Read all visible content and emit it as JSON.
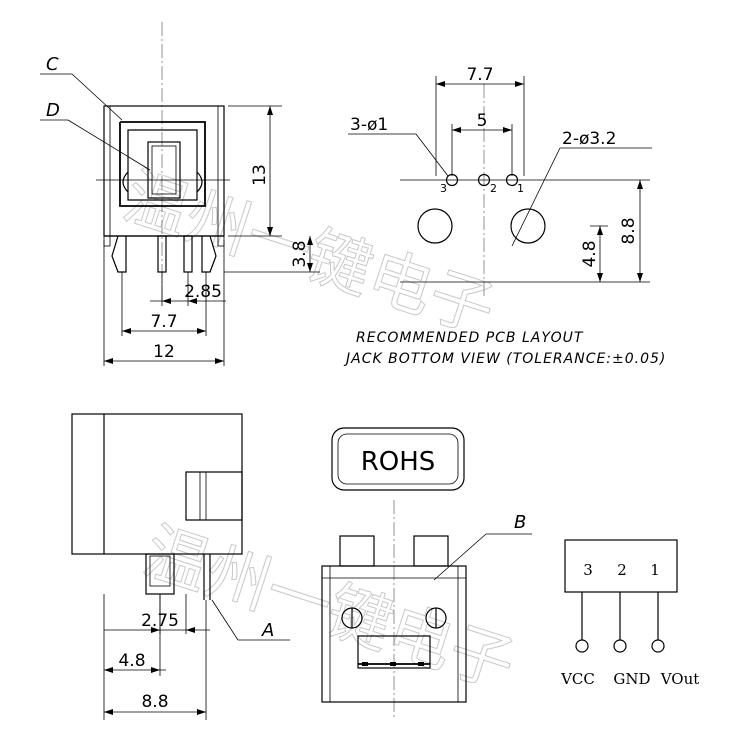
{
  "watermark": {
    "line_top": "温州一键电子",
    "line_bottom": "温州一键电子"
  },
  "front_view": {
    "label_c": "C",
    "label_d": "D",
    "dim_height": "13",
    "dim_pin_length": "3.8",
    "dim_pin_pitch": "2.85",
    "dim_outer_pins": "7.7",
    "dim_width": "12"
  },
  "pcb_layout": {
    "dim_outer_pitch": "7.7",
    "dim_inner_pitch": "5",
    "small_holes": "3-ø1",
    "large_holes": "2-ø3.2",
    "pin_3": "3",
    "pin_2": "2",
    "pin_1": "1",
    "dim_row_offset": "4.8",
    "dim_total": "8.8",
    "note_line1": "RECOMMENDED PCB LAYOUT",
    "note_line2": "JACK BOTTOM VIEW (TOLERANCE:±0.05)"
  },
  "side_view": {
    "dim_pin": "2.75",
    "dim_mid": "4.8",
    "dim_total": "8.8",
    "label_a": "A"
  },
  "rohs_badge": "ROHS",
  "rear_view": {
    "label_b": "B"
  },
  "schematic": {
    "pin_numbers": [
      "3",
      "2",
      "1"
    ],
    "pin_names": [
      "VCC",
      "GND",
      "VOut"
    ]
  }
}
